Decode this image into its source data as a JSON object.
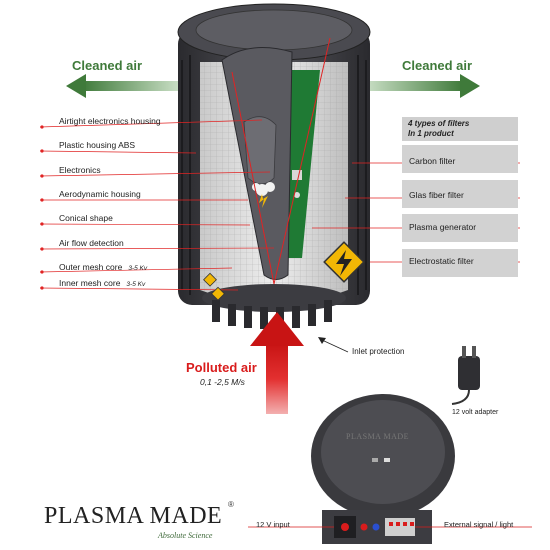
{
  "airflow": {
    "cleaned_left": "Cleaned air",
    "cleaned_right": "Cleaned air",
    "polluted": "Polluted air",
    "speed": "0,1 -2,5 M/s"
  },
  "left_labels": [
    "Airtight electronics housing",
    "Plastic housing ABS",
    "Electronics",
    "Aerodynamic housing",
    "Conical shape",
    "Air flow detection",
    "Outer mesh core",
    "Inner mesh core"
  ],
  "voltage_note": "3-5 Kv",
  "filters": {
    "heading_line1": "4 types of filters",
    "heading_line2": "In 1 product",
    "items": [
      "Carbon filter",
      "Glas fiber filter",
      "Plasma generator",
      "Electrostatic filter"
    ]
  },
  "inlet": "Inlet protection",
  "adapter": "12 volt adapter",
  "input_12v": "12 V input",
  "external_signal": "External signal / light",
  "brand": {
    "name": "PLASMA MADE",
    "registered": "®",
    "tagline": "Absolute Science",
    "lid_mark": "PLASMA MADE"
  },
  "colors": {
    "accent_green": "#3f7a3a",
    "alert_red": "#d91c1c",
    "warning_yellow": "#f2b705"
  }
}
